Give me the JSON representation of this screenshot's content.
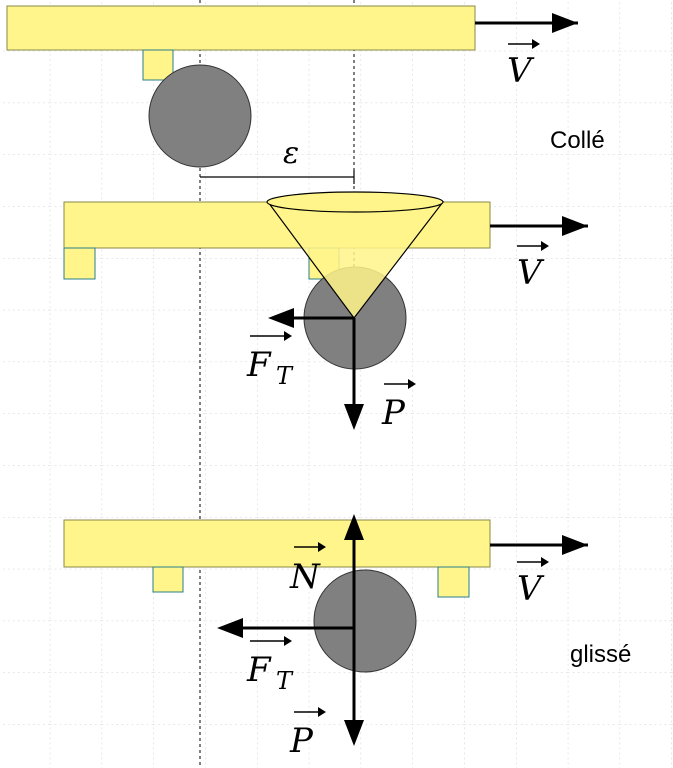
{
  "labels": {
    "state_top": "Collé",
    "state_bottom": "glissé",
    "epsilon": "ε",
    "velocity": "V",
    "weight": "P",
    "normal": "N",
    "friction": "F",
    "friction_sub": "T"
  },
  "colors": {
    "plate": "#FFF58A",
    "plate_stroke": "#7a7a3a",
    "pad": "#FFF58A",
    "pad_stroke": "#2a7f8f",
    "ball": "#808080",
    "grid": "#bdbdbd",
    "ink": "#000000"
  }
}
